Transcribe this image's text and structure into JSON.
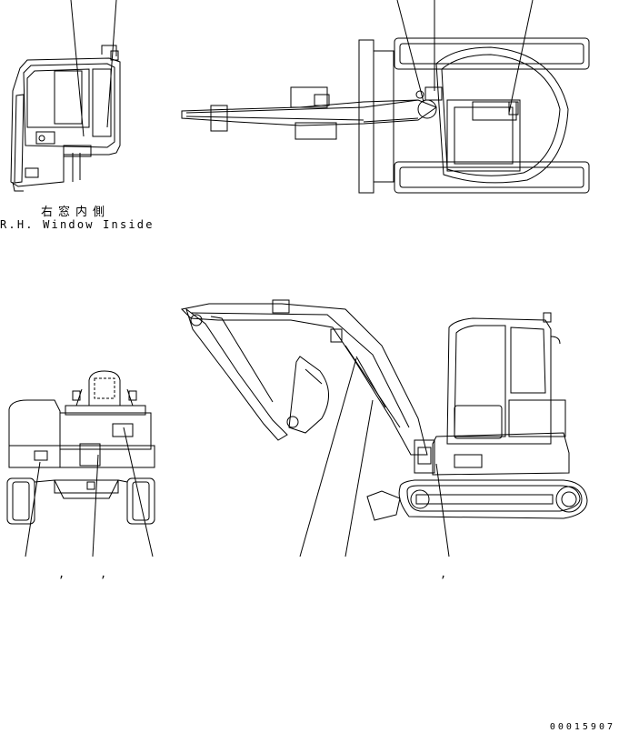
{
  "captions": {
    "rh_window_jp": "右窓内側",
    "rh_window_en": "R.H. Window Inside"
  },
  "separators": {
    "comma_1": ",",
    "comma_2": ",",
    "comma_3": ","
  },
  "drawing_number": "00015907",
  "colors": {
    "line": "#000000",
    "background": "#ffffff"
  }
}
